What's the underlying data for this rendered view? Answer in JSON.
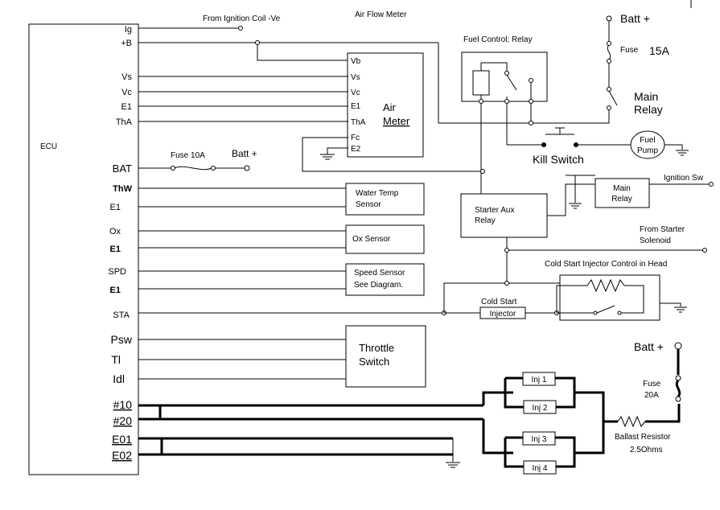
{
  "ecu": {
    "label": "ECU",
    "pins": {
      "ig": "Ig",
      "plus_b": "+B",
      "vs": "Vs",
      "vc": "Vc",
      "e1_a": "E1",
      "tha": "ThA",
      "bat": "BAT",
      "thw": "ThW",
      "e1_b": "E1",
      "ox": "Ox",
      "e1_c": "E1",
      "spd": "SPD",
      "e1_d": "E1",
      "sta": "STA",
      "psw": "Psw",
      "tl": "Tl",
      "idl": "Idl",
      "inj10": "#10",
      "inj20": "#20",
      "e01": "E01",
      "e02": "E02"
    }
  },
  "labels": {
    "ign_coil": "From Ignition Coil -Ve",
    "afm_title": "Air Flow Meter",
    "fuse_10a": "Fuse 10A",
    "batt_bat": "Batt +",
    "fuel_relay": "Fuel Control; Relay",
    "kill_switch": "Kill Switch",
    "fuel_pump_1": "Fuel",
    "fuel_pump_2": "Pump",
    "batt_top": "Batt +",
    "fuse_top": "Fuse",
    "fuse_top_rating": "15A",
    "main_relay_1": "Main",
    "main_relay_2": "Relay",
    "ignition_sw": "Ignition Sw",
    "main_relay_box_1": "Main",
    "main_relay_box_2": "Relay",
    "starter_aux_1": "Starter Aux",
    "starter_aux_2": "Relay",
    "from_starter_1": "From Starter",
    "from_starter_2": "Solenoid",
    "cold_start_ctrl": "Cold Start Injector Control in Head",
    "cold_start_1": "Cold Start",
    "cold_start_2": "Injector",
    "batt_inj": "Batt +",
    "fuse_inj": "Fuse",
    "fuse_inj_rating": "20A",
    "ballast_1": "Ballast Resistor",
    "ballast_2": "2.5Ohms"
  },
  "air_meter": {
    "pins": {
      "vb": "Vb",
      "vs": "Vs",
      "vc": "Vc",
      "e1": "E1",
      "tha": "ThA",
      "fc": "Fc",
      "e2": "E2"
    },
    "name_1": "Air",
    "name_2": "Meter"
  },
  "sensors": {
    "water_1": "Water Temp",
    "water_2": "Sensor",
    "ox": "Ox Sensor",
    "speed_1": "Speed Sensor",
    "speed_2": "See Diagram."
  },
  "throttle": {
    "line_1": "Throttle",
    "line_2": "Switch"
  },
  "injectors": {
    "inj1": "Inj 1",
    "inj2": "Inj 2",
    "inj3": "Inj 3",
    "inj4": "Inj 4"
  }
}
